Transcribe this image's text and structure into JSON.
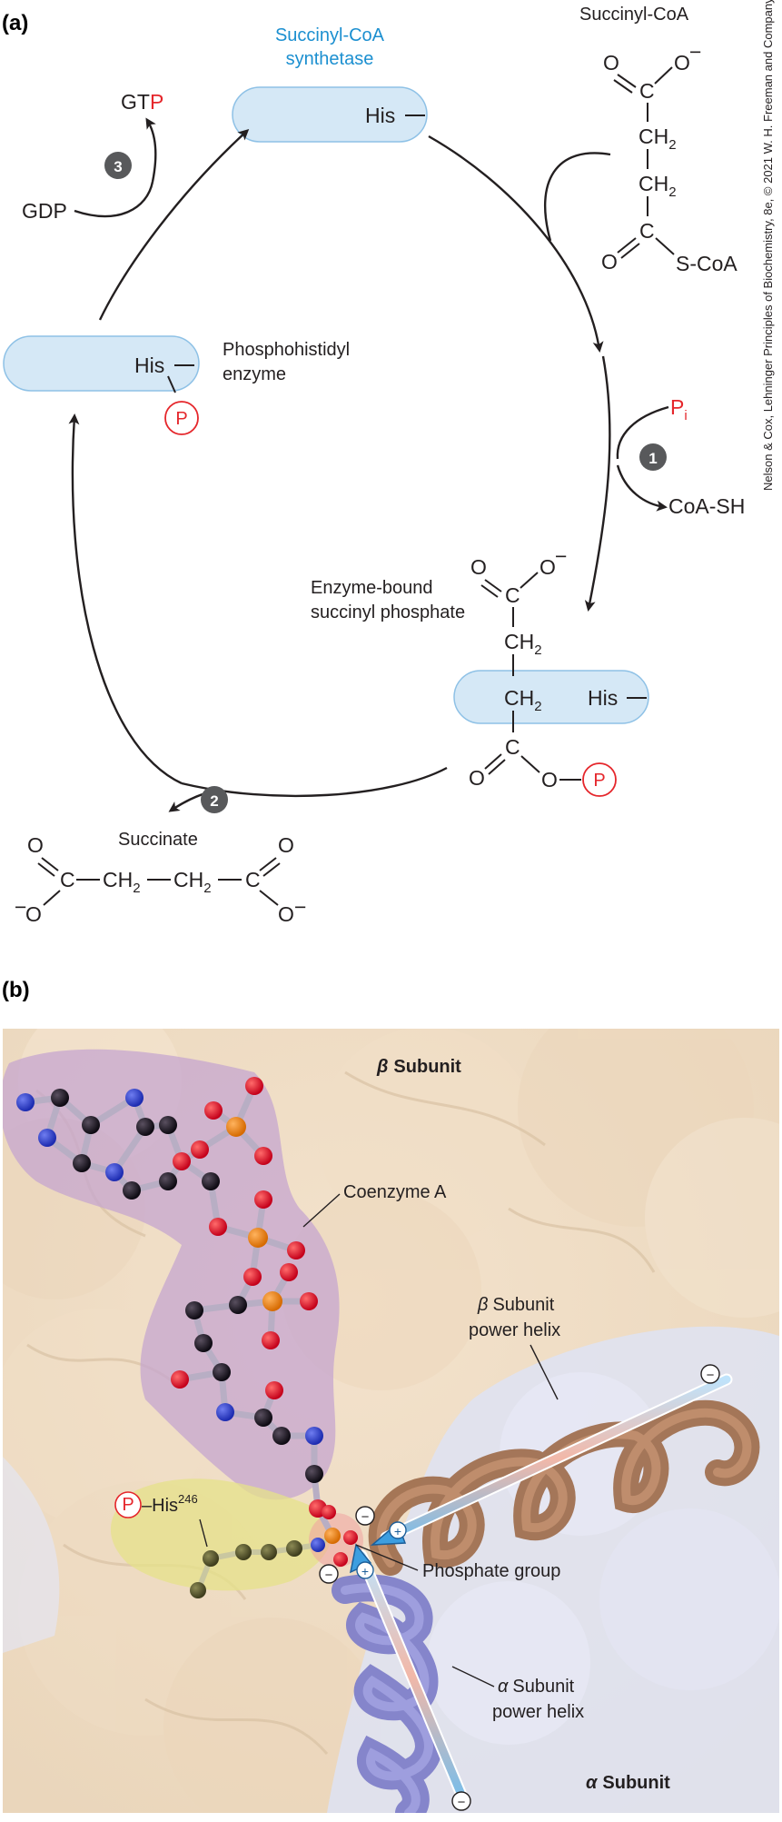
{
  "panel_a": {
    "label": "(a)",
    "enzyme_title": "Succinyl-CoA\nsynthetase",
    "enzyme_title_1": "Succinyl-CoA",
    "enzyme_title_2": "synthetase",
    "his": "His",
    "succinyl_coa": {
      "title": "Succinyl-CoA",
      "o_top": "O",
      "o_minus": "O",
      "charge_minus": "−",
      "c": "C",
      "ch2": "CH",
      "sub2": "2",
      "s_coa": "S-CoA"
    },
    "phosphohistidyl": {
      "line1": "Phosphohistidyl",
      "line2": "enzyme",
      "p": "P"
    },
    "enzyme_bound": {
      "line1": "Enzyme-bound",
      "line2": "succinyl phosphate",
      "o": "O",
      "p": "P"
    },
    "pi": {
      "p": "P",
      "sub": "i"
    },
    "coa_sh": "CoA-SH",
    "gdp": "GDP",
    "gtp_prefix": "GT",
    "gtp_p": "P",
    "steps": [
      "1",
      "2",
      "3"
    ],
    "succinate": {
      "title": "Succinate",
      "chain": "C—CH",
      "o": "O",
      "minus": "−"
    }
  },
  "panel_b": {
    "label": "(b)",
    "beta_subunit_symbol": "β",
    "beta_subunit_word": "Subunit",
    "alpha_subunit_symbol": "α",
    "alpha_subunit_word": "Subunit",
    "coenzyme_a": "Coenzyme A",
    "beta_helix_line1": "Subunit",
    "beta_helix_line2": "power helix",
    "alpha_helix_line1": "Subunit",
    "alpha_helix_line2": "power helix",
    "phosphate_group": "Phosphate group",
    "p_his": "–His",
    "his_number": "246",
    "p": "P",
    "plus": "+",
    "minus": "−"
  },
  "credit": "Nelson & Cox, Lehninger Principles of Biochemistry, 8e, © 2021 W. H. Freeman and Company",
  "colors": {
    "enzyme_fill": "#d5e8f6",
    "enzyme_stroke": "#8ec1e6",
    "phosphate_red": "#e5262b",
    "title_blue": "#1b8fd0",
    "step_badge": "#58595b"
  }
}
